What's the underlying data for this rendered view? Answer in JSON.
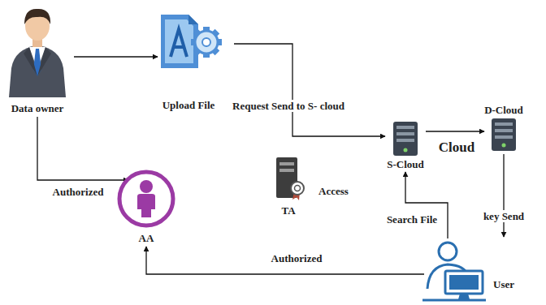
{
  "diagram": {
    "nodes": [
      {
        "text": [
          "Data owner"
        ]
      },
      {
        "text": [
          "Upload File"
        ]
      },
      {
        "text": [
          "Cloud"
        ]
      },
      {
        "text": [
          "D-Cloud"
        ],
        "in": 2
      },
      {
        "text": [
          "S-Cloud"
        ],
        "in": 2
      },
      {
        "text": [
          "AA"
        ]
      },
      {
        "text": [
          "TA"
        ]
      },
      {
        "text": [
          "User"
        ]
      }
    ],
    "edges": [
      {
        "from": 0,
        "to": 1,
        "arrow": "to"
      },
      {
        "from": 1,
        "to": 4,
        "label": "Request Send to S- cloud",
        "arrow": "to"
      },
      {
        "from": 4,
        "to": 3,
        "arrow": "to"
      },
      {
        "from": 3,
        "to": 7,
        "label": "key Send",
        "arrow": "to"
      },
      {
        "from": 7,
        "to": 4,
        "label": "Search File",
        "arrow": "to"
      },
      {
        "from": 0,
        "to": 5,
        "label": "Authorized",
        "arrow": "to"
      },
      {
        "from": 7,
        "to": 5,
        "label": "Authorized",
        "arrow": "to"
      }
    ],
    "labels": [
      "Access"
    ]
  }
}
